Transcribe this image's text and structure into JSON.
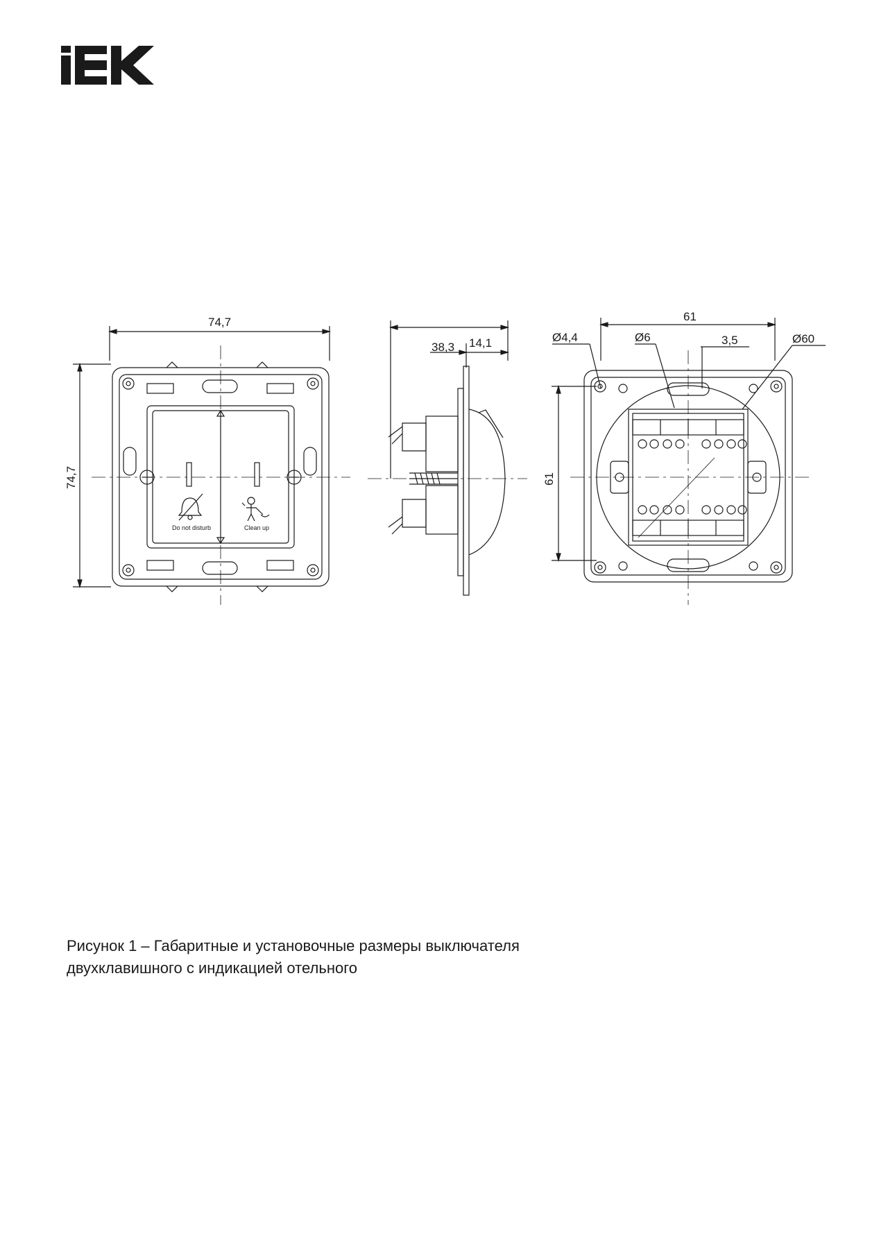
{
  "logo": {
    "text": "IEK",
    "color": "#1a1a1a"
  },
  "dimensions": {
    "front_width": "74,7",
    "front_height": "74,7",
    "side_depth_total": "38,3",
    "side_depth_front": "14,1",
    "rear_width": "61",
    "rear_height": "61",
    "hole_diameter": "Ø4,4",
    "screw_hole_diameter": "Ø6",
    "offset": "3,5",
    "box_diameter": "Ø60"
  },
  "labels": {
    "left_key": "Do not disturb",
    "right_key": "Clean up"
  },
  "caption": {
    "line1": "Рисунок 1 –  Габаритные и установочные размеры выключателя",
    "line2": "двухклавишного с индикацией отельного"
  },
  "icons": [
    "bell-crossed-icon",
    "cleaning-person-icon"
  ]
}
